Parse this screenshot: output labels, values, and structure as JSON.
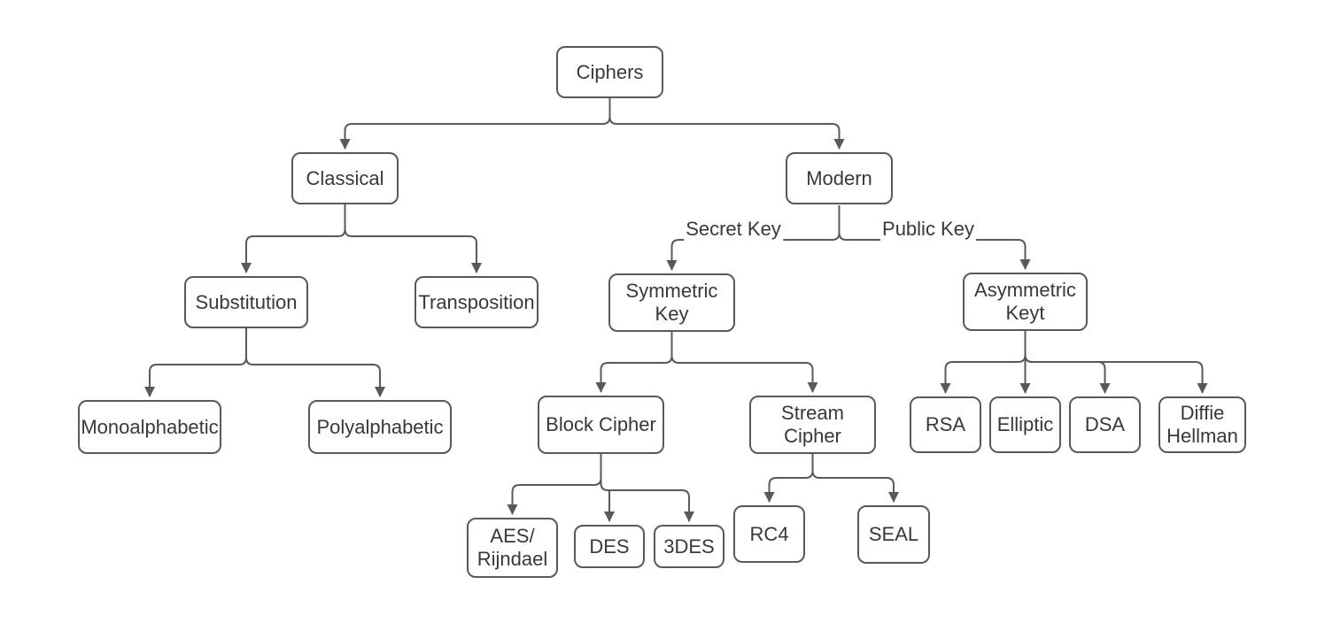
{
  "diagram": {
    "background_color": "#ffffff",
    "stroke_color": "#595959",
    "text_color": "#383838",
    "nodes": {
      "ciphers": {
        "label": "Ciphers"
      },
      "classical": {
        "label": "Classical"
      },
      "modern": {
        "label": "Modern"
      },
      "substitution": {
        "label": "Substitution"
      },
      "transposition": {
        "label": "Transposition"
      },
      "monoalphabetic": {
        "label": "Monoalphabetic"
      },
      "polyalphabetic": {
        "label": "Polyalphabetic"
      },
      "symmetric_key": {
        "label": "Symmetric\nKey"
      },
      "asymmetric_keyt": {
        "label": "Asymmetric\nKeyt"
      },
      "block_cipher": {
        "label": "Block Cipher"
      },
      "stream_cipher": {
        "label": "Stream\nCipher"
      },
      "aes_rijndael": {
        "label": "AES/\nRijndael"
      },
      "des": {
        "label": "DES"
      },
      "triple_des": {
        "label": "3DES"
      },
      "rc4": {
        "label": "RC4"
      },
      "seal": {
        "label": "SEAL"
      },
      "rsa": {
        "label": "RSA"
      },
      "elliptic": {
        "label": "Elliptic"
      },
      "dsa": {
        "label": "DSA"
      },
      "diffie_hellman": {
        "label": "Diffie\nHellman"
      }
    },
    "edge_labels": {
      "secret_key": "Secret Key",
      "public_key": "Public Key"
    },
    "edges": [
      {
        "from": "Ciphers",
        "to": "Classical"
      },
      {
        "from": "Ciphers",
        "to": "Modern"
      },
      {
        "from": "Classical",
        "to": "Substitution"
      },
      {
        "from": "Classical",
        "to": "Transposition"
      },
      {
        "from": "Substitution",
        "to": "Monoalphabetic"
      },
      {
        "from": "Substitution",
        "to": "Polyalphabetic"
      },
      {
        "from": "Modern",
        "to": "Symmetric Key",
        "label": "Secret Key"
      },
      {
        "from": "Modern",
        "to": "Asymmetric Keyt",
        "label": "Public Key"
      },
      {
        "from": "Symmetric Key",
        "to": "Block Cipher"
      },
      {
        "from": "Symmetric Key",
        "to": "Stream Cipher"
      },
      {
        "from": "Block Cipher",
        "to": "AES/Rijndael"
      },
      {
        "from": "Block Cipher",
        "to": "DES"
      },
      {
        "from": "Block Cipher",
        "to": "3DES"
      },
      {
        "from": "Stream Cipher",
        "to": "RC4"
      },
      {
        "from": "Stream Cipher",
        "to": "SEAL"
      },
      {
        "from": "Asymmetric Keyt",
        "to": "RSA"
      },
      {
        "from": "Asymmetric Keyt",
        "to": "Elliptic"
      },
      {
        "from": "Asymmetric Keyt",
        "to": "DSA"
      },
      {
        "from": "Asymmetric Keyt",
        "to": "Diffie Hellman"
      }
    ]
  }
}
